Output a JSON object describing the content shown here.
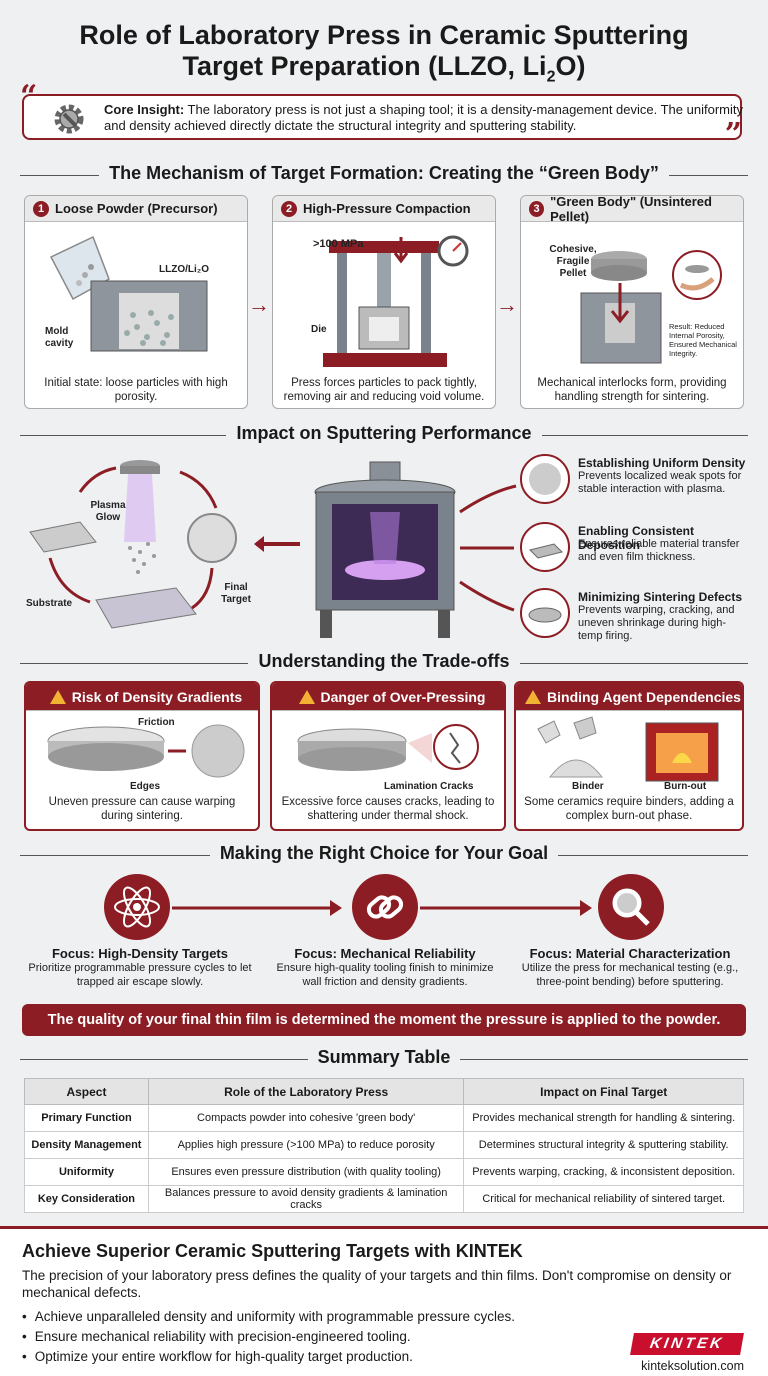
{
  "title_line1": "Role of Laboratory Press in Ceramic Sputtering",
  "title_line2": "Target Preparation (LLZO, Li",
  "title_sub": "2",
  "title_end": "O)",
  "insight": {
    "label": "Core Insight:",
    "text": " The laboratory press is not just a shaping tool; it is a density-management device. The uniformity and density achieved directly dictate the structural integrity and sputtering stability."
  },
  "sections": {
    "mechanism": "The Mechanism of Target Formation: Creating the “Green Body”",
    "impact": "Impact on Sputtering Performance",
    "tradeoffs": "Understanding the Trade-offs",
    "choice": "Making the Right Choice for Your Goal",
    "summary": "Summary Table"
  },
  "steps": [
    {
      "num": "1",
      "title": "Loose Powder (Precursor)",
      "caption": "Initial state: loose particles with high porosity.",
      "labels": [
        "LLZO/Li₂O",
        "Mold cavity"
      ]
    },
    {
      "num": "2",
      "title": "High-Pressure Compaction",
      "caption": "Press forces particles to pack tightly, removing air and reducing void volume.",
      "labels": [
        ">100 MPa",
        "Die"
      ]
    },
    {
      "num": "3",
      "title": "\"Green Body\" (Unsintered Pellet)",
      "caption": "Mechanical interlocks form, providing handling strength for sintering.",
      "labels": [
        "Cohesive, Fragile Pellet",
        "Result: Reduced Internal Porosity, Ensured Mechanical Integrity."
      ]
    }
  ],
  "impact": {
    "labels": {
      "plasma": "Plasma Glow",
      "substrate": "Substrate",
      "target": "Final Target"
    },
    "features": [
      {
        "title": "Establishing Uniform Density",
        "desc": "Prevents localized weak spots for stable interaction with plasma."
      },
      {
        "title": "Enabling Consistent Deposition",
        "desc": "Ensures reliable material transfer and even film thickness."
      },
      {
        "title": "Minimizing Sintering Defects",
        "desc": "Prevents warping, cracking, and uneven shrinkage during high-temp firing."
      }
    ]
  },
  "risks": [
    {
      "title": "Risk of Density Gradients",
      "caption": "Uneven pressure can cause warping during sintering.",
      "labels": [
        "Friction",
        "Edges"
      ]
    },
    {
      "title": "Danger of Over-Pressing",
      "caption": "Excessive force causes cracks, leading to shattering under thermal shock.",
      "labels": [
        "Lamination Cracks"
      ]
    },
    {
      "title": "Binding Agent Dependencies",
      "caption": "Some ceramics require binders, adding a complex burn-out phase.",
      "labels": [
        "Binder",
        "Burn-out"
      ]
    }
  ],
  "goals": [
    {
      "title": "Focus: High-Density Targets",
      "desc": "Prioritize programmable pressure cycles to let trapped air escape slowly."
    },
    {
      "title": "Focus: Mechanical Reliability",
      "desc": "Ensure high-quality tooling finish to minimize wall friction and density gradients."
    },
    {
      "title": "Focus: Material Characterization",
      "desc": "Utilize the press for mechanical testing (e.g., three-point bending) before sputtering."
    }
  ],
  "banner": "The quality of your final thin film is determined the moment the pressure is applied to the powder.",
  "table": {
    "headers": [
      "Aspect",
      "Role of the Laboratory Press",
      "Impact on Final Target"
    ],
    "rows": [
      [
        "Primary Function",
        "Compacts powder into cohesive 'green body'",
        "Provides mechanical strength for handling & sintering."
      ],
      [
        "Density Management",
        "Applies high pressure (>100 MPa) to reduce porosity",
        "Determines structural integrity & sputtering stability."
      ],
      [
        "Uniformity",
        "Ensures even pressure distribution (with quality tooling)",
        "Prevents warping, cracking, & inconsistent deposition."
      ],
      [
        "Key Consideration",
        "Balances pressure to avoid density gradients & lamination cracks",
        "Critical for mechanical reliability of sintered target."
      ]
    ]
  },
  "footer": {
    "title": "Achieve Superior Ceramic Sputtering Targets with KINTEK",
    "text": "The precision of your laboratory press defines the quality of your targets and thin films. Don't compromise on density or mechanical defects.",
    "bullets": [
      "Achieve unparalleled density and uniformity with programmable pressure cycles.",
      "Ensure mechanical reliability with precision-engineered tooling.",
      "Optimize your entire workflow for high-quality target production."
    ],
    "logo": "KINTEK",
    "site": "kinteksolution.com"
  },
  "colors": {
    "accent": "#8c1d24",
    "warning": "#f2b233",
    "plasma": "#b57be0"
  }
}
